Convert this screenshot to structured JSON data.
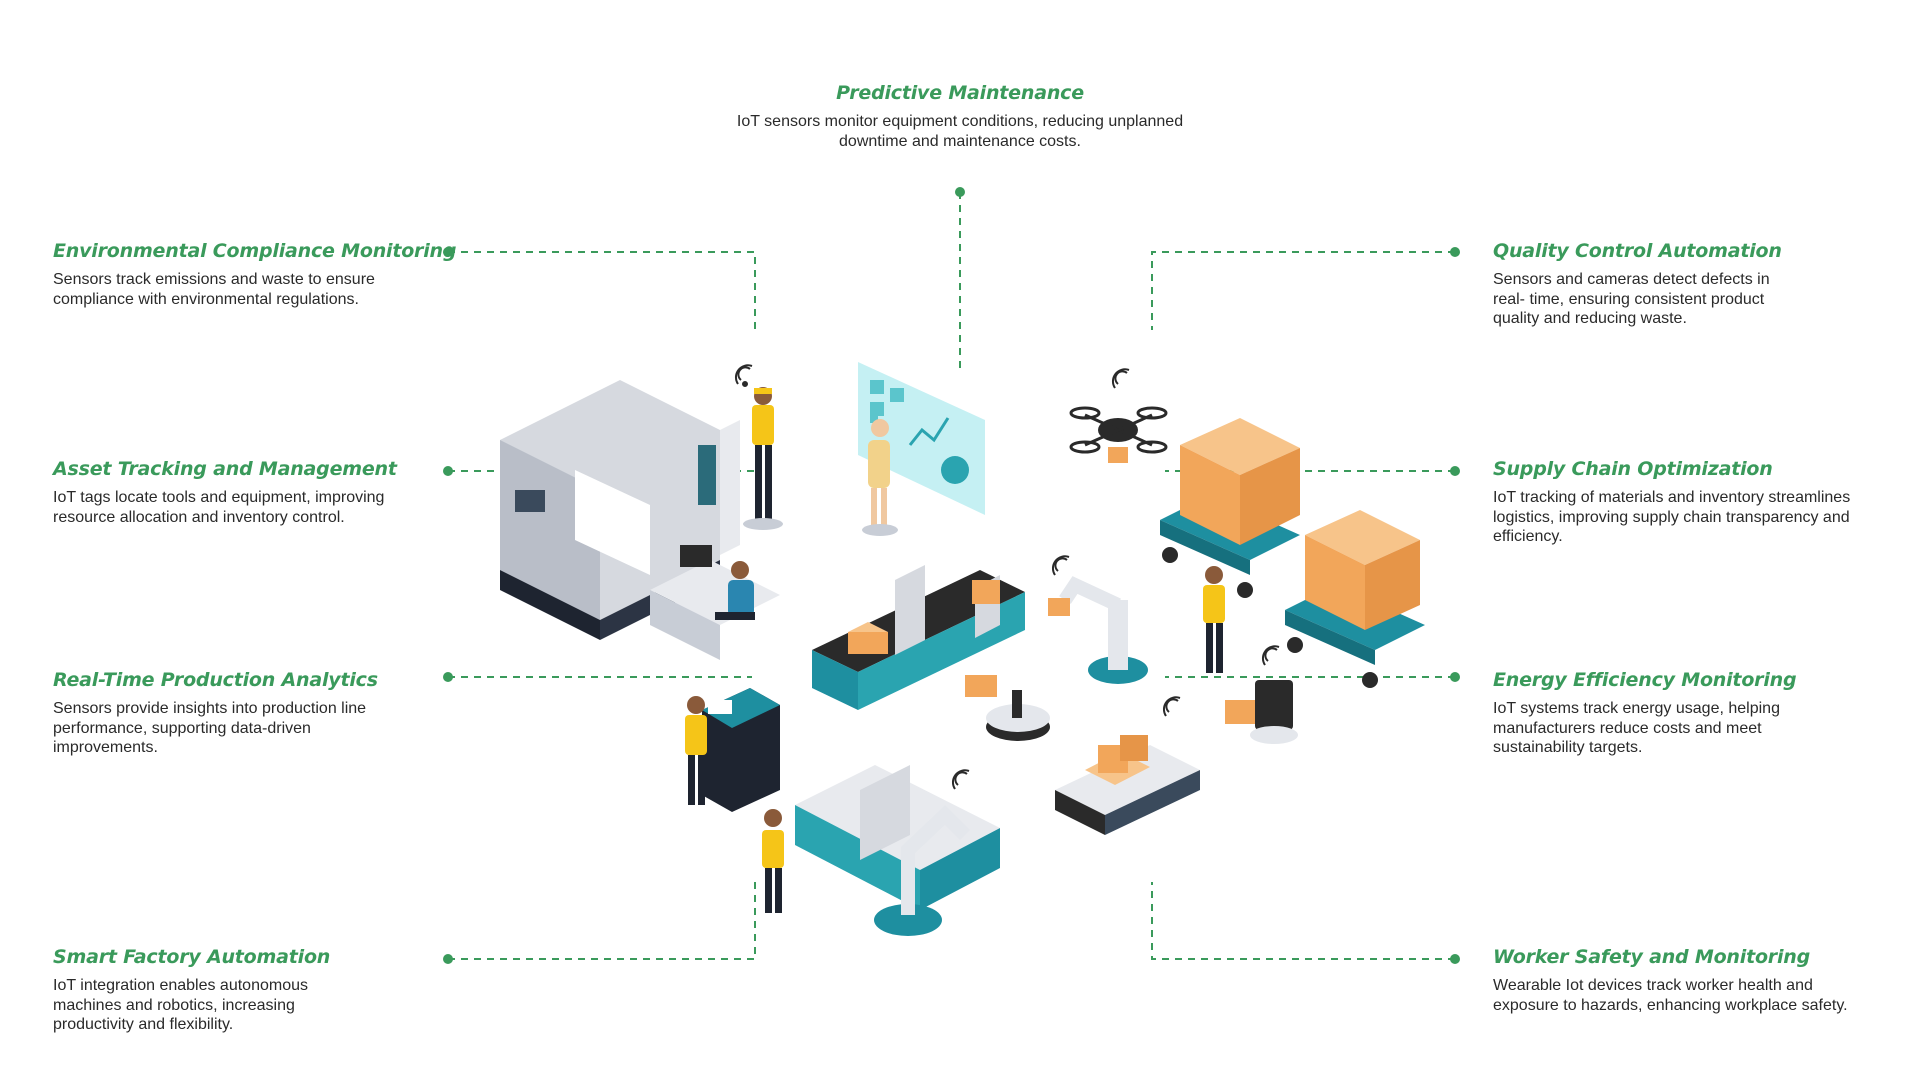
{
  "colors": {
    "accent_green": "#3a9a5b",
    "connector": "#3a9a5b",
    "text": "#2a2a2a",
    "teal": "#1e8fa0",
    "box": "#f2a65a",
    "grey": "#c8cdd6"
  },
  "blocks": {
    "predictive_maintenance": {
      "title": "Predictive Maintenance",
      "desc": "IoT sensors monitor equipment conditions, reducing unplanned downtime and maintenance costs."
    },
    "environmental_compliance": {
      "title": "Environmental Compliance Monitoring",
      "desc": "Sensors track emissions and waste to ensure compliance with environmental regulations."
    },
    "asset_tracking": {
      "title": "Asset Tracking and Management",
      "desc": "IoT tags locate tools and equipment, improving resource allocation and inventory control."
    },
    "realtime_analytics": {
      "title": "Real-Time Production Analytics",
      "desc": "Sensors provide insights into production line performance, supporting data-driven improvements."
    },
    "smart_factory": {
      "title": "Smart Factory Automation",
      "desc": "IoT integration enables autonomous machines and robotics, increasing productivity and flexibility."
    },
    "quality_control": {
      "title": "Quality Control Automation",
      "desc": "Sensors and cameras detect defects in real- time, ensuring consistent product quality and reducing waste."
    },
    "supply_chain": {
      "title": "Supply Chain Optimization",
      "desc": "IoT tracking of materials and inventory streamlines logistics, improving supply chain transparency and efficiency."
    },
    "energy_efficiency": {
      "title": "Energy Efficiency Monitoring",
      "desc": "IoT systems track energy usage, helping manufacturers reduce costs and meet sustainability targets."
    },
    "worker_safety": {
      "title": "Worker Safety and Monitoring",
      "desc": "Wearable Iot devices track worker health and exposure to hazards, enhancing workplace safety."
    }
  },
  "illustration": {
    "icons": [
      "cnc-machine-icon",
      "worker-icon",
      "touchscreen-dashboard-icon",
      "drone-icon",
      "pallet-cart-icon",
      "robotic-arm-icon",
      "conveyor-belt-icon",
      "agv-robot-icon",
      "wifi-signal-icon",
      "workstation-icon",
      "control-panel-icon"
    ]
  }
}
